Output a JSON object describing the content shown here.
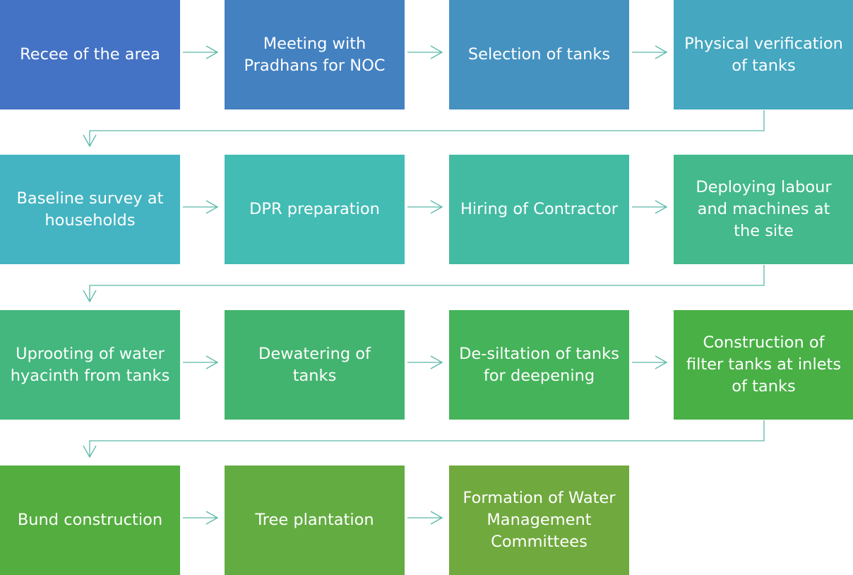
{
  "colors": {
    "connector": "#5ab8a8",
    "text": "#ffffff"
  },
  "steps": [
    {
      "label": "Recee of the area",
      "color": "#4472c4"
    },
    {
      "label": "Meeting with Pradhans for NOC",
      "color": "#4381c1"
    },
    {
      "label": "Selection of tanks",
      "color": "#4592c1"
    },
    {
      "label": "Physical verification of tanks",
      "color": "#45a7c0"
    },
    {
      "label": "Baseline survey at households",
      "color": "#44b4c2"
    },
    {
      "label": "DPR preparation",
      "color": "#43bcb4"
    },
    {
      "label": "Hiring of Contractor",
      "color": "#43bba2"
    },
    {
      "label": "Deploying labour and machines at the site",
      "color": "#43b98c"
    },
    {
      "label": "Uprooting of water hyacinth from tanks",
      "color": "#43b77e"
    },
    {
      "label": "Dewatering of tanks",
      "color": "#43b46f"
    },
    {
      "label": "De-siltation of tanks for deepening",
      "color": "#45b35a"
    },
    {
      "label": "Construction of filter tanks at inlets of tanks",
      "color": "#49b046"
    },
    {
      "label": "Bund construction",
      "color": "#54ad3f"
    },
    {
      "label": "Tree plantation",
      "color": "#63ac42"
    },
    {
      "label": "Formation of Water Management Committees",
      "color": "#70a93d"
    }
  ]
}
